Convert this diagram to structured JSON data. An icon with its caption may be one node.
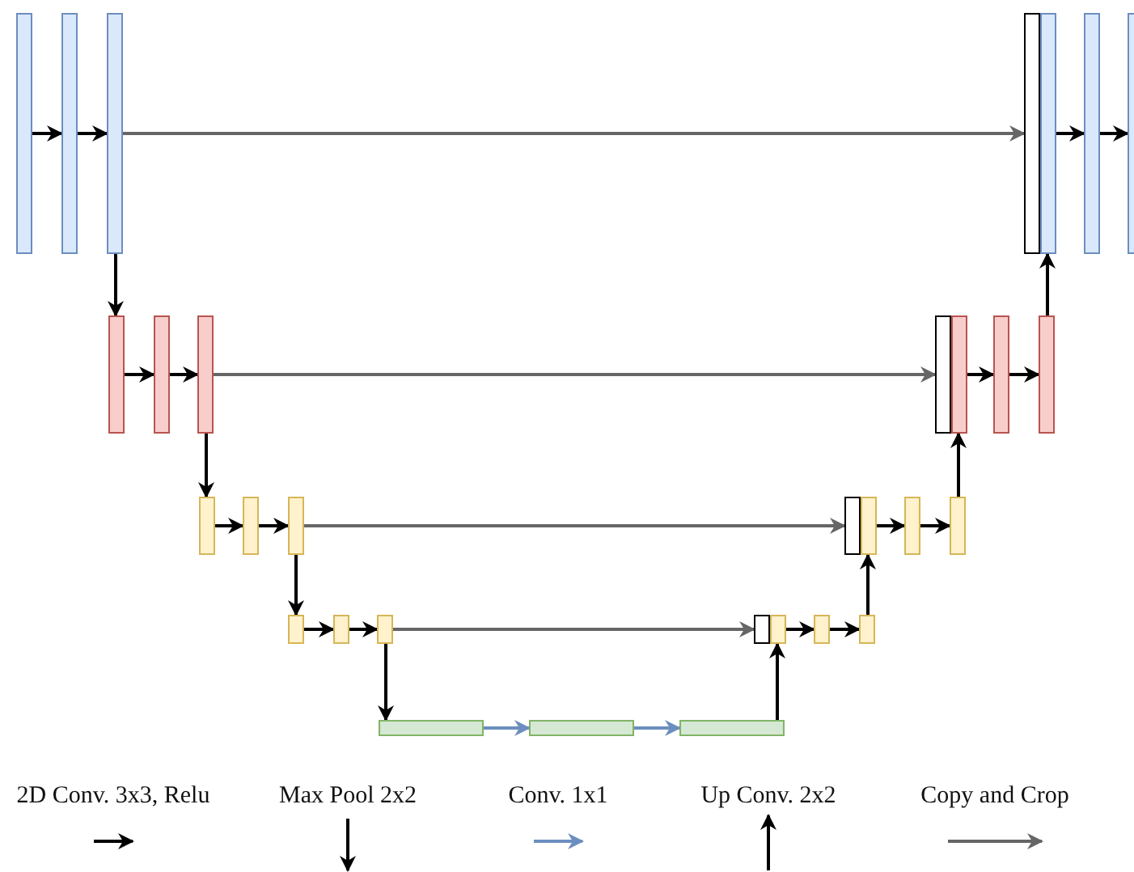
{
  "diagram": {
    "nodes": [
      {
        "text": [],
        "shape": "bar"
      },
      {
        "text": [],
        "shape": "bar"
      },
      {
        "text": [],
        "shape": "bar"
      },
      {
        "text": [],
        "shape": "bar"
      },
      {
        "text": [],
        "shape": "bar"
      },
      {
        "text": [],
        "shape": "bar"
      },
      {
        "text": [],
        "shape": "bar"
      },
      {
        "text": [],
        "shape": "bar"
      },
      {
        "text": [],
        "shape": "bar"
      },
      {
        "text": [],
        "shape": "bar"
      },
      {
        "text": [],
        "shape": "bar"
      },
      {
        "text": [],
        "shape": "bar"
      },
      {
        "text": [],
        "shape": "bar"
      },
      {
        "text": [],
        "shape": "bar"
      },
      {
        "text": [],
        "shape": "bar"
      },
      {
        "text": [],
        "shape": "bar"
      },
      {
        "text": [],
        "shape": "bar"
      },
      {
        "text": [],
        "shape": "bar"
      },
      {
        "text": [],
        "shape": "bar"
      },
      {
        "text": [],
        "shape": "bar"
      },
      {
        "text": [],
        "shape": "bar"
      },
      {
        "text": [],
        "shape": "bar"
      },
      {
        "text": [],
        "shape": "bar"
      },
      {
        "text": [],
        "shape": "bar"
      },
      {
        "text": [],
        "shape": "bar"
      },
      {
        "text": [],
        "shape": "bar"
      },
      {
        "text": [],
        "shape": "bar"
      },
      {
        "text": [],
        "shape": "bar"
      },
      {
        "text": [],
        "shape": "bar"
      },
      {
        "text": [],
        "shape": "bar"
      },
      {
        "text": [],
        "shape": "bar"
      }
    ],
    "edges": [
      {
        "from": 0,
        "to": 1,
        "arrow": "to"
      },
      {
        "from": 1,
        "to": 2,
        "arrow": "to"
      },
      {
        "from": 2,
        "to": 3,
        "arrow": "to",
        "color": "#666666"
      },
      {
        "from": 4,
        "to": 5,
        "arrow": "to"
      },
      {
        "from": 5,
        "to": 6,
        "arrow": "to"
      },
      {
        "from": 2,
        "to": 7,
        "arrow": "to"
      },
      {
        "from": 7,
        "to": 8,
        "arrow": "to"
      },
      {
        "from": 8,
        "to": 9,
        "arrow": "to"
      },
      {
        "from": 9,
        "to": 10,
        "arrow": "to",
        "color": "#666666"
      },
      {
        "from": 11,
        "to": 12,
        "arrow": "to"
      },
      {
        "from": 12,
        "to": 13,
        "arrow": "to"
      },
      {
        "from": 13,
        "to": 4,
        "arrow": "to"
      },
      {
        "from": 9,
        "to": 14,
        "arrow": "to"
      },
      {
        "from": 14,
        "to": 15,
        "arrow": "to"
      },
      {
        "from": 15,
        "to": 16,
        "arrow": "to"
      },
      {
        "from": 16,
        "to": 17,
        "arrow": "to",
        "color": "#666666"
      },
      {
        "from": 18,
        "to": 19,
        "arrow": "to"
      },
      {
        "from": 19,
        "to": 20,
        "arrow": "to"
      },
      {
        "from": 20,
        "to": 11,
        "arrow": "to"
      },
      {
        "from": 16,
        "to": 21,
        "arrow": "to"
      },
      {
        "from": 21,
        "to": 22,
        "arrow": "to"
      },
      {
        "from": 22,
        "to": 23,
        "arrow": "to"
      },
      {
        "from": 23,
        "to": 24,
        "arrow": "to",
        "color": "#666666"
      },
      {
        "from": 25,
        "to": 26,
        "arrow": "to"
      },
      {
        "from": 26,
        "to": 27,
        "arrow": "to"
      },
      {
        "from": 27,
        "to": 18,
        "arrow": "to"
      },
      {
        "from": 23,
        "to": 28,
        "arrow": "to"
      },
      {
        "from": 28,
        "to": 29,
        "arrow": "to",
        "color": "#6c8ebf"
      },
      {
        "from": 29,
        "to": 30,
        "arrow": "to",
        "color": "#6c8ebf"
      },
      {
        "from": 30,
        "to": 25,
        "arrow": "to"
      }
    ],
    "legend": [
      {
        "text": "2D Conv. 3x3, Relu"
      },
      {
        "text": "Max Pool 2x2"
      },
      {
        "text": "Conv. 1x1"
      },
      {
        "text": "Up Conv. 2x2"
      },
      {
        "text": "Copy and Crop"
      }
    ]
  }
}
